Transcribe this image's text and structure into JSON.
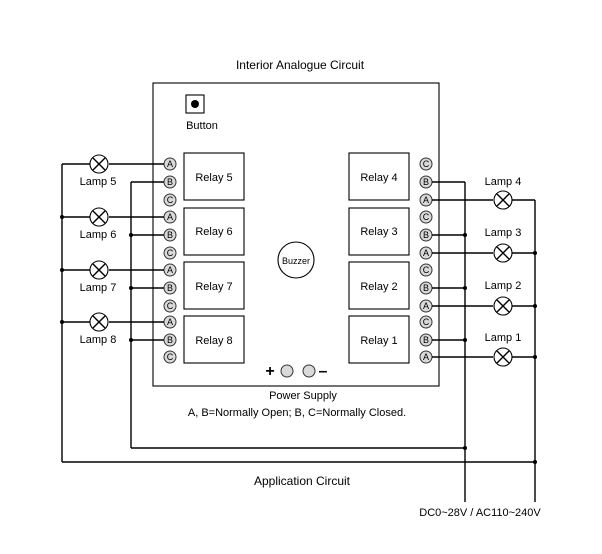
{
  "title": "Interior Analogue Circuit",
  "button_label": "Button",
  "buzzer_label": "Buzzer",
  "power_supply_label": "Power Supply",
  "plus_sign": "+",
  "minus_sign": "–",
  "legend_text": "A, B=Normally Open; B, C=Normally Closed.",
  "application_label": "Application Circuit",
  "supply_voltage": "DC0~28V / AC110~240V",
  "relays": {
    "r5": "Relay 5",
    "r6": "Relay 6",
    "r7": "Relay 7",
    "r8": "Relay 8",
    "r4": "Relay 4",
    "r3": "Relay 3",
    "r2": "Relay 2",
    "r1": "Relay 1"
  },
  "lamps": {
    "l5": "Lamp 5",
    "l6": "Lamp 6",
    "l7": "Lamp 7",
    "l8": "Lamp 8",
    "l4": "Lamp 4",
    "l3": "Lamp 3",
    "l2": "Lamp 2",
    "l1": "Lamp 1"
  },
  "terminals": {
    "a": "A",
    "b": "B",
    "c": "C"
  }
}
